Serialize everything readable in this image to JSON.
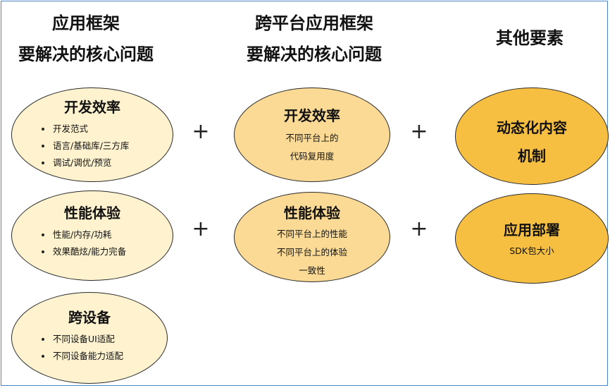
{
  "colors": {
    "light_fill": "#fef2cf",
    "mid_fill": "#fbda95",
    "dark_fill": "#f7bf42",
    "border": "#4a86c5"
  },
  "headings": {
    "col1": [
      "应用框架",
      "要解决的核心问题"
    ],
    "col2": [
      "跨平台应用框架",
      "要解决的核心问题"
    ],
    "col3": [
      "其他要素"
    ]
  },
  "col1": {
    "box1": {
      "title": "开发效率",
      "items": [
        "开发范式",
        "语言/基础库/三方库",
        "调试/调优/预览"
      ]
    },
    "box2": {
      "title": "性能体验",
      "items": [
        "性能/内存/功耗",
        "效果酷炫/能力完备"
      ]
    },
    "box3": {
      "title": "跨设备",
      "items": [
        "不同设备UI适配",
        "不同设备能力适配"
      ]
    }
  },
  "col2": {
    "box1": {
      "title": "开发效率",
      "lines": [
        "不同平台上的",
        "代码复用度"
      ]
    },
    "box2": {
      "title": "性能体验",
      "lines": [
        "不同平台上的性能",
        "不同平台上的体验",
        "一致性"
      ]
    }
  },
  "col3": {
    "box1": {
      "title_lines": [
        "动态化内容",
        "机制"
      ]
    },
    "box2": {
      "title": "应用部署",
      "lines": [
        "SDK包大小"
      ]
    }
  },
  "plus_symbol": "+"
}
